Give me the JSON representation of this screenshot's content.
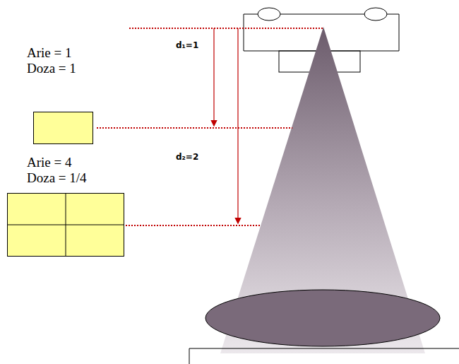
{
  "diagram": {
    "nodes": [
      {
        "text": [
          "Arie = 1",
          "Doza = 1"
        ]
      },
      {
        "text": [
          "Arie = 4",
          "Doza = 1/4"
        ]
      }
    ],
    "labels": [
      "d₁=1",
      "d₂=2"
    ]
  }
}
